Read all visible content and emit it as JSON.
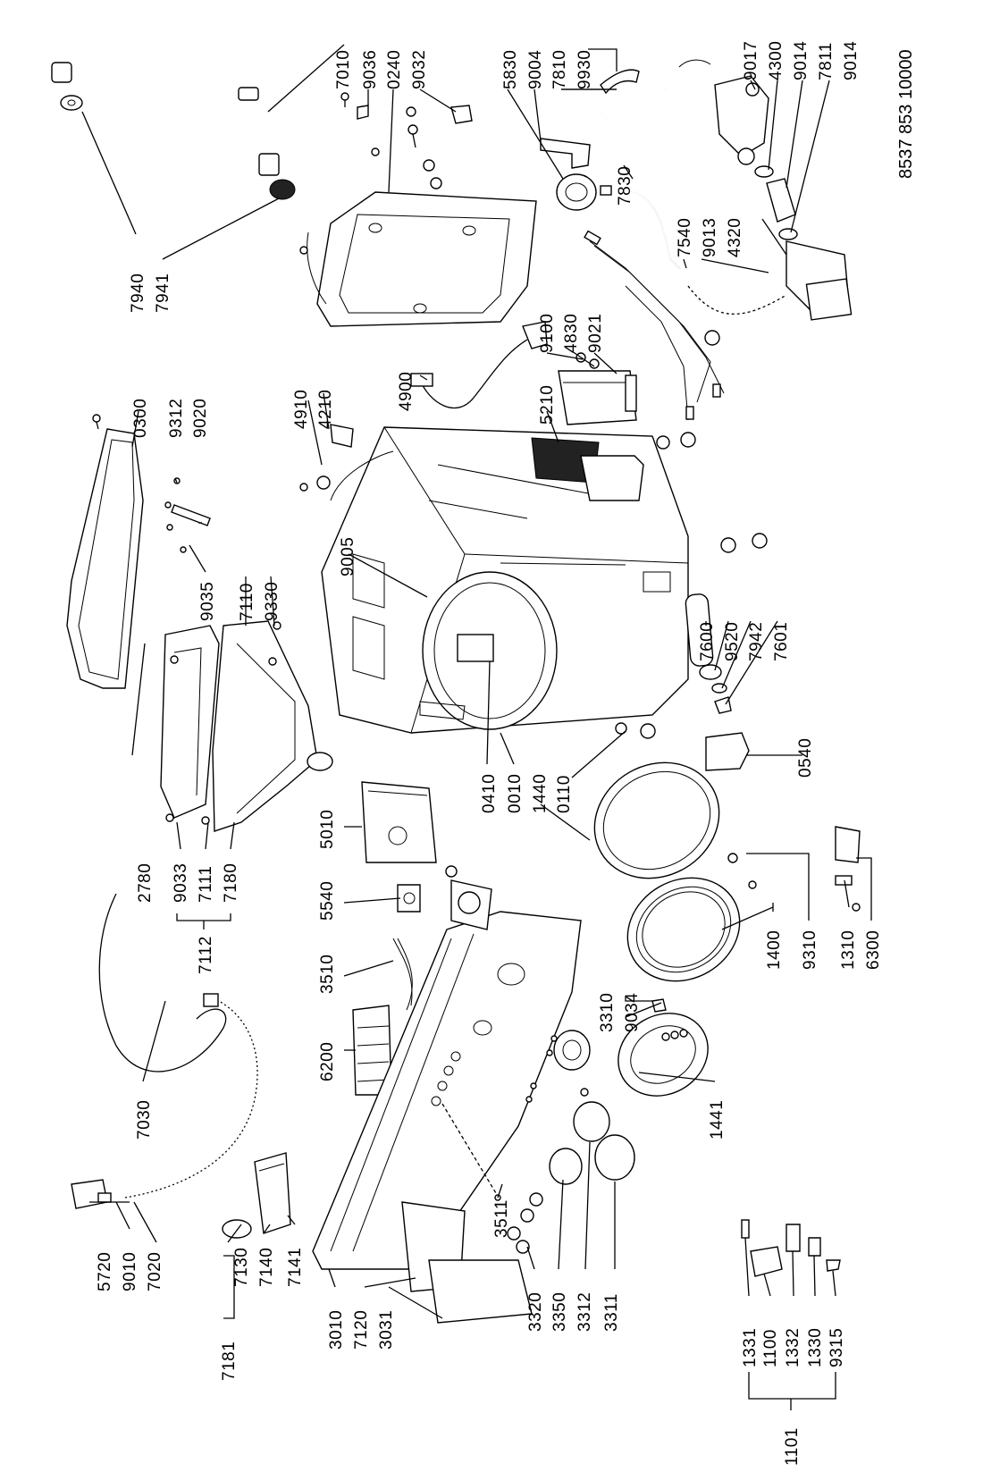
{
  "document_id": "8537 853 10000",
  "labels": {
    "p7010": "7010",
    "p9036": "9036",
    "p0240": "0240",
    "p9032": "9032",
    "p5830": "5830",
    "p9004": "9004",
    "p7810": "7810",
    "p9930": "9930",
    "p9017": "9017",
    "p4300": "4300",
    "p9014a": "9014",
    "p7811": "7811",
    "p9014b": "9014",
    "p7830": "7830",
    "p7540": "7540",
    "p9013": "9013",
    "p4320": "4320",
    "p7940": "7940",
    "p7941": "7941",
    "p9100": "9100",
    "p4830": "4830",
    "p9021": "9021",
    "p4900": "4900",
    "p5210": "5210",
    "p0300": "0300",
    "p9312": "9312",
    "p9020": "9020",
    "p4910": "4910",
    "p4210": "4210",
    "p9005": "9005",
    "p9035": "9035",
    "p7110": "7110",
    "p9330": "9330",
    "p7600": "7600",
    "p9520": "9520",
    "p7942": "7942",
    "p7601": "7601",
    "p0410": "0410",
    "p0010": "0010",
    "p1440": "1440",
    "p0110": "0110",
    "p0540": "0540",
    "p2780": "2780",
    "p9033": "9033",
    "p7111": "7111",
    "p7180": "7180",
    "p7112": "7112",
    "p5010": "5010",
    "p5540": "5540",
    "p3510": "3510",
    "p6200": "6200",
    "p1400": "1400",
    "p9310": "9310",
    "p1310": "1310",
    "p6300": "6300",
    "p3310": "3310",
    "p9034": "9034",
    "p7030": "7030",
    "p1441": "1441",
    "p3511": "3511",
    "p5720": "5720",
    "p9010": "9010",
    "p7020": "7020",
    "p7181": "7181",
    "p7130": "7130",
    "p7140": "7140",
    "p7141": "7141",
    "p3010": "3010",
    "p7120": "7120",
    "p3031": "3031",
    "p3320": "3320",
    "p3350": "3350",
    "p3312": "3312",
    "p3311": "3311",
    "p1101": "1101",
    "p1331": "1331",
    "p1100": "1100",
    "p1332": "1332",
    "p1330": "1330",
    "p9315": "9315"
  }
}
